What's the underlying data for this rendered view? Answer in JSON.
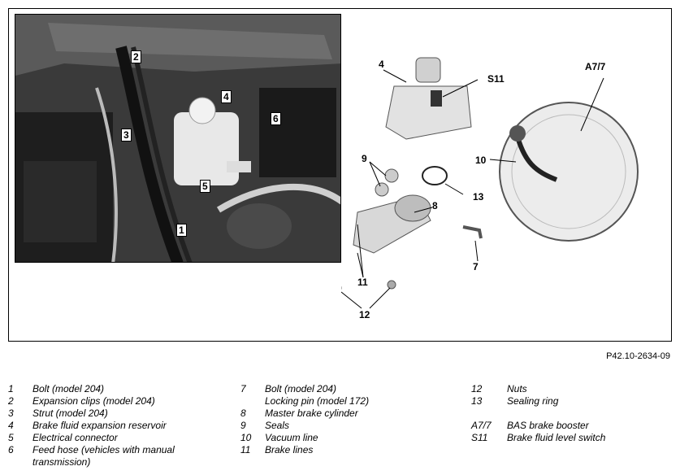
{
  "figure": {
    "reference": "P42.10-2634-09",
    "photo_callouts": [
      "2",
      "4",
      "3",
      "6",
      "5",
      "1"
    ],
    "drawing_callouts": [
      "4",
      "S11",
      "A7/7",
      "9",
      "10",
      "13",
      "8",
      "7",
      "11",
      "12"
    ]
  },
  "legend": {
    "col1": [
      {
        "num": "1",
        "text": "Bolt (model 204)"
      },
      {
        "num": "2",
        "text": "Expansion clips (model 204)"
      },
      {
        "num": "3",
        "text": "Strut (model 204)"
      },
      {
        "num": "4",
        "text": "Brake fluid expansion reservoir"
      },
      {
        "num": "5",
        "text": "Electrical connector"
      },
      {
        "num": "6",
        "text": "Feed hose (vehicles with manual transmission)"
      }
    ],
    "col2": [
      {
        "num": "7",
        "text": "Bolt (model 204)"
      },
      {
        "num": "",
        "text": "Locking pin (model 172)"
      },
      {
        "num": "8",
        "text": "Master brake cylinder"
      },
      {
        "num": "9",
        "text": "Seals"
      },
      {
        "num": "10",
        "text": "Vacuum line"
      },
      {
        "num": "11",
        "text": "Brake lines"
      }
    ],
    "col3": [
      {
        "num": "12",
        "text": "Nuts"
      },
      {
        "num": "13",
        "text": "Sealing ring"
      },
      {
        "num": "A7/7",
        "text": "BAS brake booster"
      },
      {
        "num": "S11",
        "text": "Brake fluid level switch"
      }
    ]
  }
}
